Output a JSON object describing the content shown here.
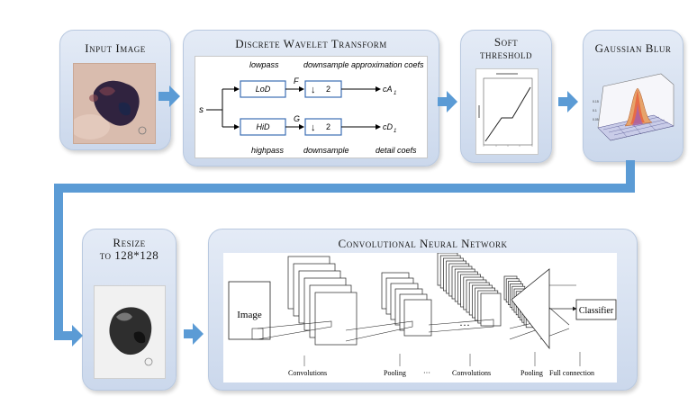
{
  "panels": {
    "input_image": {
      "title": "Input Image"
    },
    "dwt": {
      "title": "Discrete Wavelet Transform",
      "signal": "s",
      "top": {
        "filter_caption": "lowpass",
        "filter": "LoD",
        "edge": "F",
        "down_caption": "downsample",
        "down": "2",
        "output_caption": "approximation coefs",
        "output": "cA",
        "output_sub": "1"
      },
      "bottom": {
        "filter_caption": "highpass",
        "filter": "HiD",
        "edge": "G",
        "down_caption": "downsample",
        "down": "2",
        "output_caption": "detail coefs",
        "output": "cD",
        "output_sub": "1"
      }
    },
    "soft_threshold": {
      "title_line1": "Soft",
      "title_line2": "threshold"
    },
    "gaussian_blur": {
      "title": "Gaussian Blur"
    },
    "resize": {
      "title_line1": "Resize",
      "title_line2": "to 128*128"
    },
    "cnn": {
      "title": "Convolutional Neural Network",
      "image_label": "Image",
      "classifier_label": "Classifier",
      "captions": [
        "Convolutions",
        "Pooling",
        "···",
        "Convolutions",
        "Pooling",
        "Full connection"
      ],
      "ellipsis": "···"
    }
  },
  "colors": {
    "arrow": "#5b9bd5",
    "panel": "#d6e0f0",
    "lesion": "#3a2a4a",
    "skin": "#d7b8a8"
  }
}
